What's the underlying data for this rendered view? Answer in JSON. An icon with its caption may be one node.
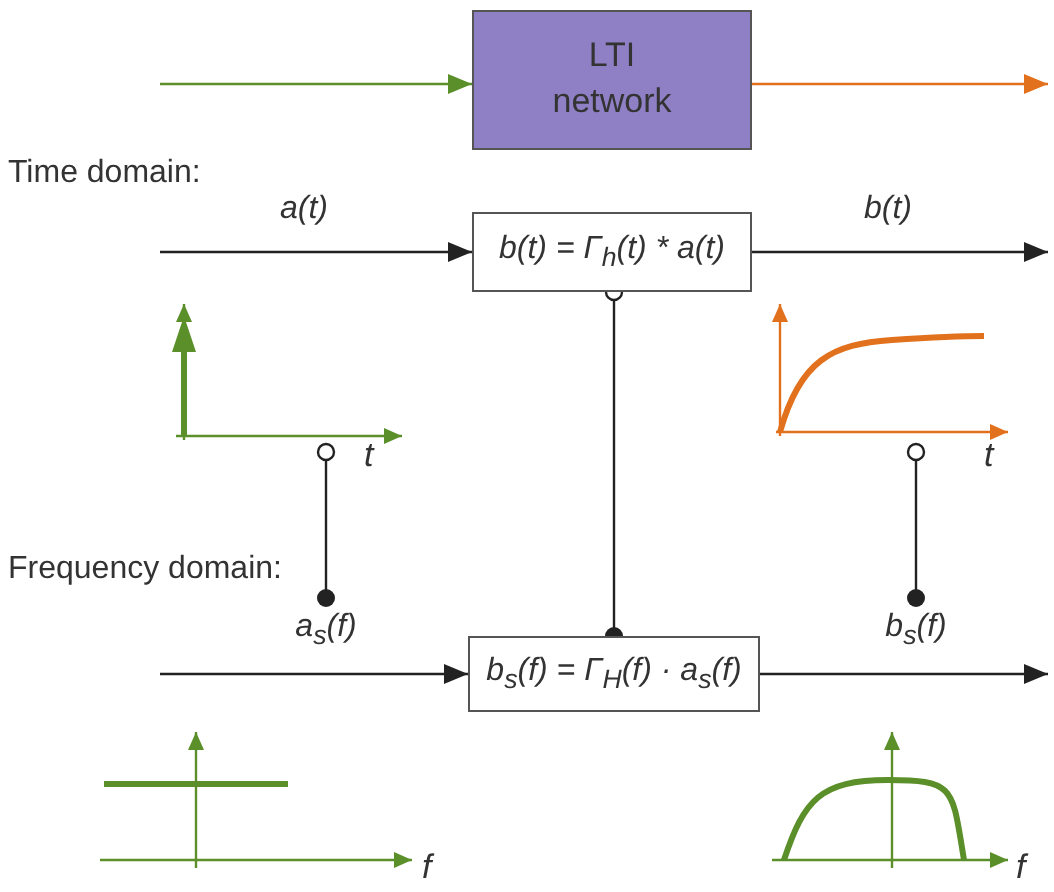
{
  "diagram": {
    "nodes": [
      {
        "text": [
          "LTI network"
        ]
      },
      {
        "text": [
          "b(t) = Γ$_{h}$(t) * a(t)"
        ]
      },
      {
        "text": [
          "b$_{s}$(f) = Γ$_{H}$(f) · a$_{s}$(f)"
        ]
      },
      {
        "text": [],
        "shape": "picture",
        "beside": [
          "t"
        ]
      },
      {
        "text": [],
        "shape": "picture",
        "beside": [
          "t"
        ]
      },
      {
        "text": [
          "a$_{s}$(f)"
        ]
      },
      {
        "text": [
          "b$_{s}$(f)"
        ]
      },
      {
        "text": [],
        "shape": "picture",
        "beside": [
          "f"
        ]
      },
      {
        "text": [],
        "shape": "picture",
        "beside": [
          "f"
        ]
      }
    ],
    "edges": [
      {
        "from": null,
        "to": 0,
        "arrow": "to",
        "color": "#5b8f2a"
      },
      {
        "from": 0,
        "to": null,
        "arrow": "to",
        "color": "#e2711d"
      },
      {
        "from": null,
        "to": 1,
        "arrow": "to",
        "label": "a(t)"
      },
      {
        "from": 1,
        "to": null,
        "arrow": "to",
        "label": "b(t)"
      },
      {
        "from": 1,
        "to": 2,
        "arrow": "other"
      },
      {
        "from": 3,
        "to": 5,
        "arrow": "other"
      },
      {
        "from": 4,
        "to": 6,
        "arrow": "other"
      },
      {
        "from": null,
        "to": 2,
        "arrow": "to"
      },
      {
        "from": 2,
        "to": null,
        "arrow": "to"
      }
    ],
    "labels": [
      "Time domain:",
      "Frequency domain:"
    ]
  }
}
